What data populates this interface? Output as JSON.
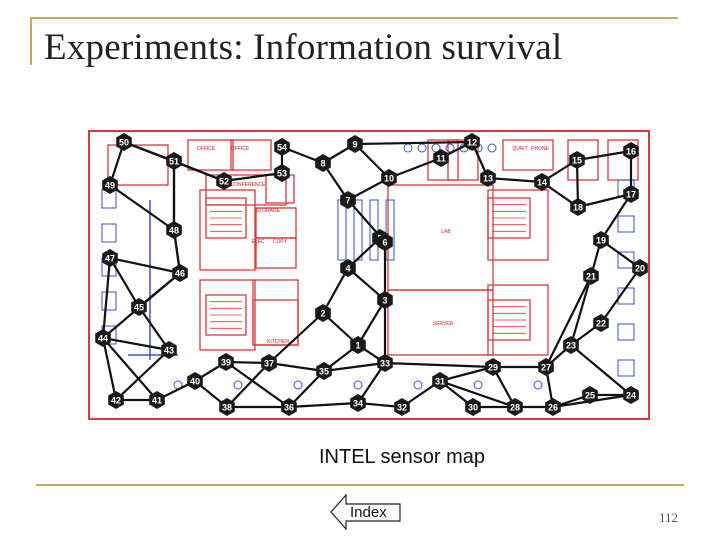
{
  "slide": {
    "title": "Experiments: Information survival",
    "caption": "INTEL sensor map",
    "index_label": "Index",
    "page_number": "112"
  },
  "map": {
    "colors": {
      "floorplan": "#d63a3a",
      "furniture": "#3a55c8",
      "edge": "#111111",
      "node": "#1a1a1a",
      "node_text": "#ffffff"
    },
    "room_labels": [
      "OFFICE",
      "OFFICE",
      "CONFERENCE",
      "STORAGE",
      "ELEC",
      "COPY",
      "LAB",
      "SERVER",
      "KITCHEN",
      "QUIET",
      "PHONE"
    ],
    "sensor_ids": [
      "1",
      "2",
      "3",
      "4",
      "5",
      "6",
      "7",
      "8",
      "9",
      "10",
      "11",
      "12",
      "13",
      "14",
      "15",
      "16",
      "17",
      "18",
      "19",
      "20",
      "21",
      "22",
      "23",
      "24",
      "25",
      "26",
      "27",
      "28",
      "29",
      "30",
      "31",
      "32",
      "33",
      "34",
      "35",
      "36",
      "37",
      "38",
      "39",
      "40",
      "41",
      "42",
      "43",
      "44",
      "45",
      "46",
      "47",
      "48",
      "49",
      "50",
      "51",
      "52",
      "53",
      "54"
    ]
  },
  "icons": {
    "index_button": "left-arrow-icon"
  }
}
